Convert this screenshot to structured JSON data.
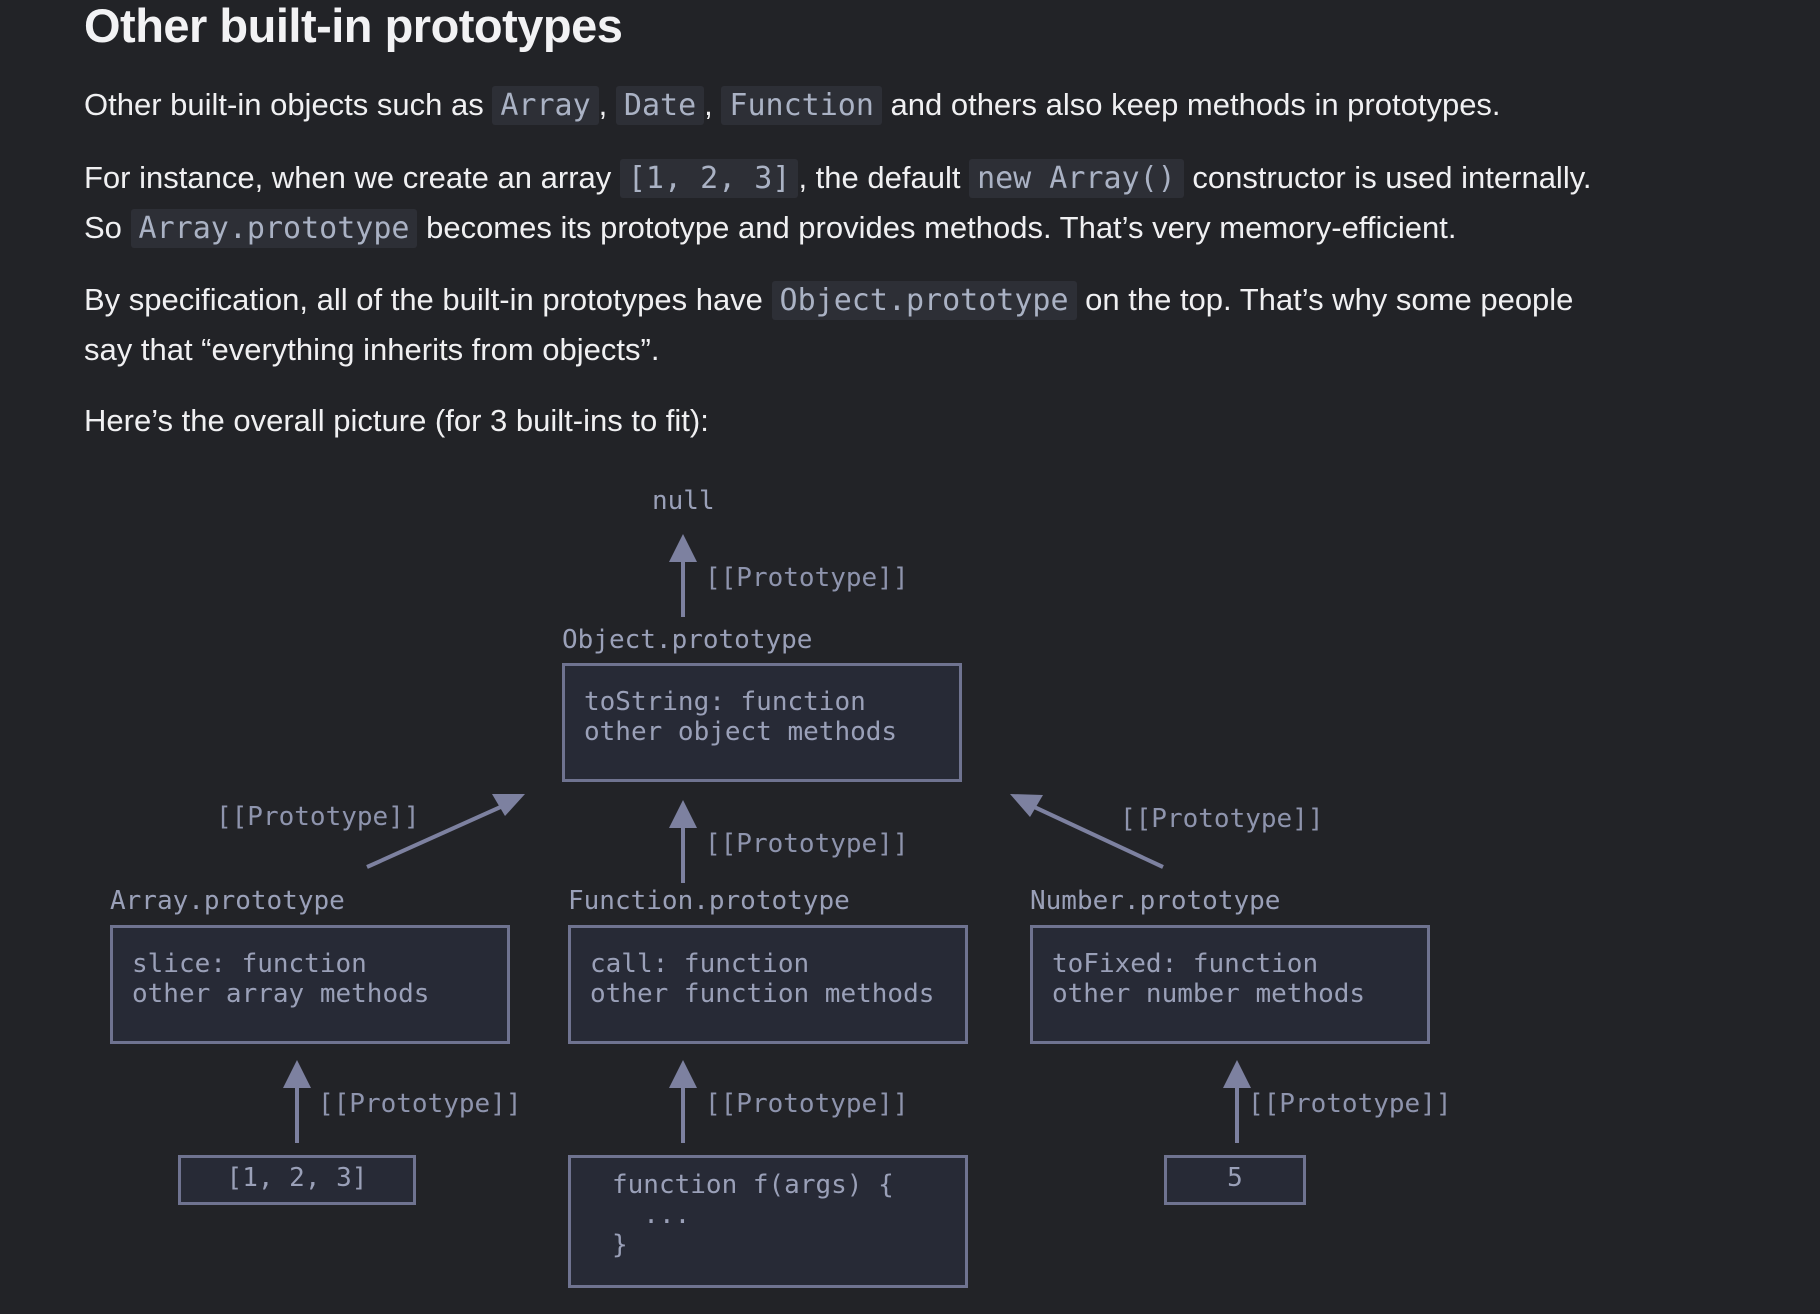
{
  "heading": "Other built-in prototypes",
  "paragraphs": {
    "p1": {
      "t1": "Other built-in objects such as ",
      "c1": "Array",
      "t2": ", ",
      "c2": "Date",
      "t3": ", ",
      "c3": "Function",
      "t4": " and others also keep methods in prototypes."
    },
    "p2": {
      "t1": "For instance, when we create an array ",
      "c1": "[1, 2, 3]",
      "t2": ", the default ",
      "c2": "new Array()",
      "t3": " constructor is used internally.",
      "t4": "So ",
      "c3": "Array.prototype",
      "t5": " becomes its prototype and provides methods. That’s very memory-efficient."
    },
    "p3": {
      "t1": "By specification, all of the built-in prototypes have ",
      "c1": "Object.prototype",
      "t2": " on the top. That’s why some people",
      "t3": "say that “everything inherits from objects”."
    },
    "p4": "Here’s the overall picture (for 3 built-ins to fit):"
  },
  "diagram": {
    "null_label": "null",
    "proto_link": "[[Prototype]]",
    "object_proto": {
      "title": "Object.prototype",
      "line1": "toString: function",
      "line2": "other object methods"
    },
    "array_proto": {
      "title": "Array.prototype",
      "line1": "slice: function",
      "line2": "other array methods"
    },
    "function_proto": {
      "title": "Function.prototype",
      "line1": "call: function",
      "line2": "other function methods"
    },
    "number_proto": {
      "title": "Number.prototype",
      "line1": "toFixed: function",
      "line2": "other number methods"
    },
    "array_instance": "[1, 2, 3]",
    "function_instance": {
      "line1": "function f(args) {",
      "line2": "  ...",
      "line3": "}"
    },
    "number_instance": "5",
    "colors": {
      "background": "#222327",
      "box_border": "#6f7390",
      "box_fill": "#272a36",
      "arrow": "#7d81a0",
      "mono_text": "#9aa0b8"
    }
  }
}
